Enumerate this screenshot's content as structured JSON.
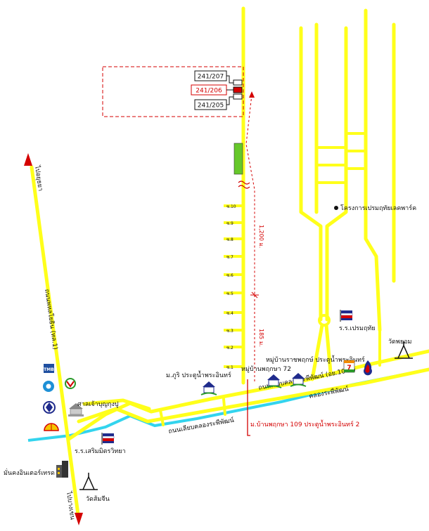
{
  "plots": {
    "upper": "241/207",
    "target": "241/206",
    "lower": "241/205"
  },
  "soi": [
    "ซ.10",
    "ซ.9",
    "ซ.8",
    "ซ.7",
    "ซ.6",
    "ซ.5",
    "ซ.4",
    "ซ.3",
    "ซ.2",
    "ซ.1"
  ],
  "labels": {
    "to_ayutthaya": "ไปอยุธยา",
    "to_bangkok": "ไปบางเขน",
    "phahonyothin": "ถนนพหลโยธิน (ทล.1)",
    "canal_road_lower": "ถนนเลียบคลองระพีพัฒน์",
    "canal_road_upper": "ถนนเลียบคลองระพีพัฒน์ (อย.1043)",
    "canal": "คลองระพีพัฒน์",
    "dist_1200": "1,200 ม.",
    "dist_185": "185 ม.",
    "prem_park": "โครงการเปรมฤทัยเลคพาร์ค",
    "prem_school": "ร.ร.เปรมฤทัย",
    "wat_phayom": "วัดพยอม",
    "m_phuri": "ม.ภูริ ประตูน้ำพระอินทร์",
    "phruksa72": "หมู่บ้านพฤกษา 72",
    "ratchaphruek": "หมู่บ้านราชพฤกษ์ ประตูน้ำพระอินทร์",
    "phruksa109": "ม.บ้านพฤกษา 109 ประตูน้ำพระอินทร์ 2",
    "shrine": "ศาลเจ้าบุญกุงปู",
    "soem_school": "ร.ร.เสริมมิตรวิทยา",
    "mankhong": "มั่นคงอินเตอร์เทรด",
    "wat_somchin": "วัดส้มจีน",
    "tmb": "TMB",
    "seven": "7"
  },
  "colors": {
    "road": "#ffff1a",
    "road_edge": "#d9d900",
    "canal": "#33d4ee",
    "red": "#d40000",
    "green_lot": "#66c82a",
    "flag_blue": "#1f2b8c"
  }
}
